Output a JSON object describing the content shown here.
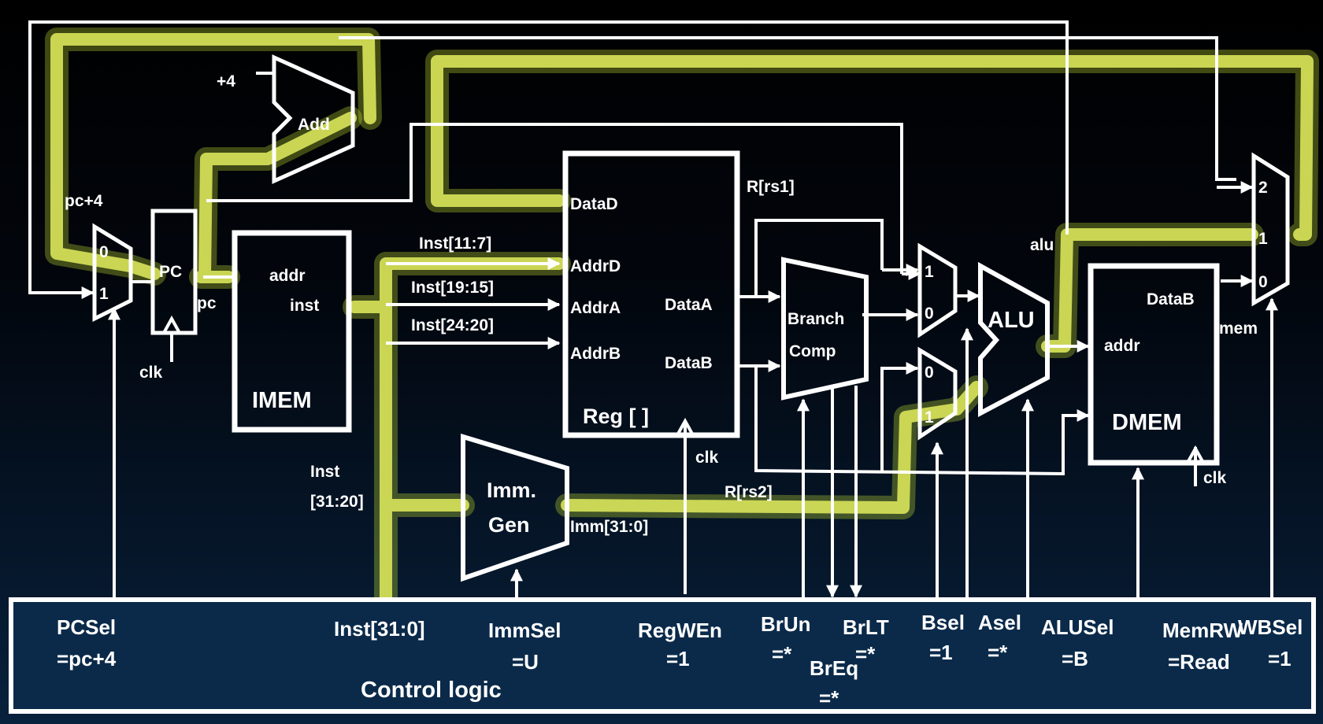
{
  "colors": {
    "highlight": "#d9e45a",
    "highlight_glow": "#b8d030",
    "wire": "#ffffff",
    "control_box": "#0b2a4a"
  },
  "pc": {
    "label": "PC",
    "clk": "clk",
    "out": "pc",
    "in": "pc+4"
  },
  "pc_mux": {
    "in0": "0",
    "in1": "1"
  },
  "adder": {
    "label": "Add",
    "const": "+4"
  },
  "imem": {
    "label": "IMEM",
    "addr": "addr",
    "inst": "inst"
  },
  "regfile": {
    "label": "Reg [ ]",
    "data_d": "DataD",
    "addr_d": "AddrD",
    "addr_a": "AddrA",
    "addr_b": "AddrB",
    "data_a": "DataA",
    "data_b": "DataB",
    "clk": "clk"
  },
  "fields": {
    "rd": "Inst[11:7]",
    "rs1": "Inst[19:15]",
    "rs2": "Inst[24:20]",
    "imm_top": "Inst",
    "imm_bot": "[31:20]"
  },
  "immgen": {
    "line1": "Imm.",
    "line2": "Gen",
    "out": "Imm[31:0]"
  },
  "branch": {
    "line1": "Branch",
    "line2": "Comp"
  },
  "signals": {
    "rs1": "R[rs1]",
    "rs2": "R[rs2]",
    "alu": "alu",
    "mem": "mem"
  },
  "a_mux": {
    "in1": "1",
    "in0": "0"
  },
  "b_mux": {
    "in0": "0",
    "in1": "1"
  },
  "alu": {
    "label": "ALU"
  },
  "dmem": {
    "label": "DMEM",
    "addr": "addr",
    "data_b": "DataB",
    "clk": "clk"
  },
  "wb_mux": {
    "in2": "2",
    "in1": "1",
    "in0": "0"
  },
  "control": {
    "title": "Control logic",
    "pcsel": {
      "name": "PCSel",
      "value": "=pc+4"
    },
    "inst": {
      "name": "Inst[31:0]"
    },
    "immsel": {
      "name": "ImmSel",
      "value": "=U"
    },
    "regwen": {
      "name": "RegWEn",
      "value": "=1"
    },
    "brun": {
      "name": "BrUn",
      "value": "=*"
    },
    "breq": {
      "name": "BrEq",
      "value": "=*"
    },
    "brlt": {
      "name": "BrLT",
      "value": "=*"
    },
    "bsel": {
      "name": "Bsel",
      "value": "=1"
    },
    "asel": {
      "name": "Asel",
      "value": "=*"
    },
    "alusel": {
      "name": "ALUSel",
      "value": "=B"
    },
    "memrw": {
      "name": "MemRW",
      "value": "=Read"
    },
    "wbsel": {
      "name": "WBSel",
      "value": "=1"
    }
  }
}
